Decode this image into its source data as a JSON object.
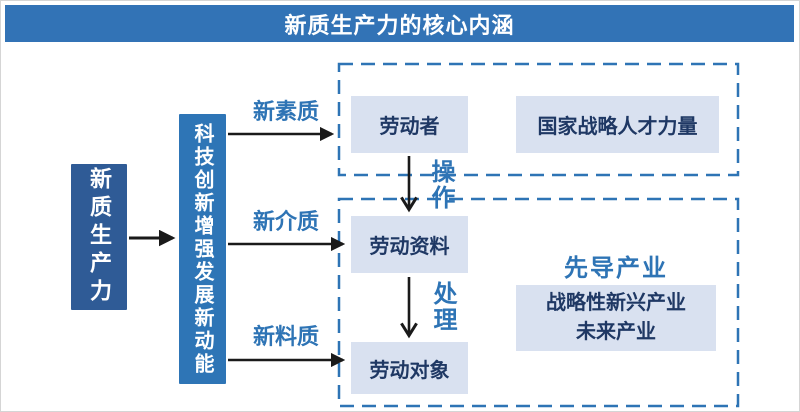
{
  "title": "新质生产力的核心内涵",
  "source_box": {
    "label": "新质生产力"
  },
  "driver_box": {
    "label": "科技创新增强发展新动能"
  },
  "branches": [
    {
      "label": "新素质"
    },
    {
      "label": "新介质"
    },
    {
      "label": "新料质"
    }
  ],
  "top_group": {
    "worker": "劳动者",
    "talent": "国家战略人才力量"
  },
  "flow_labels": {
    "operate": "操作",
    "process": "处理"
  },
  "bottom_group": {
    "materials": "劳动资料",
    "objects": "劳动对象",
    "industry_title": "先导产业",
    "industry_lines": [
      "战略性新兴产业",
      "未来产业"
    ]
  },
  "colors": {
    "banner": "#3273b6",
    "source_box": "#2f5b96",
    "driver_box": "#2e75b6",
    "light_box": "#d9e1f0",
    "dark_text": "#1f3864",
    "accent_blue": "#2e74b5",
    "arrow": "#1a1a1a"
  }
}
